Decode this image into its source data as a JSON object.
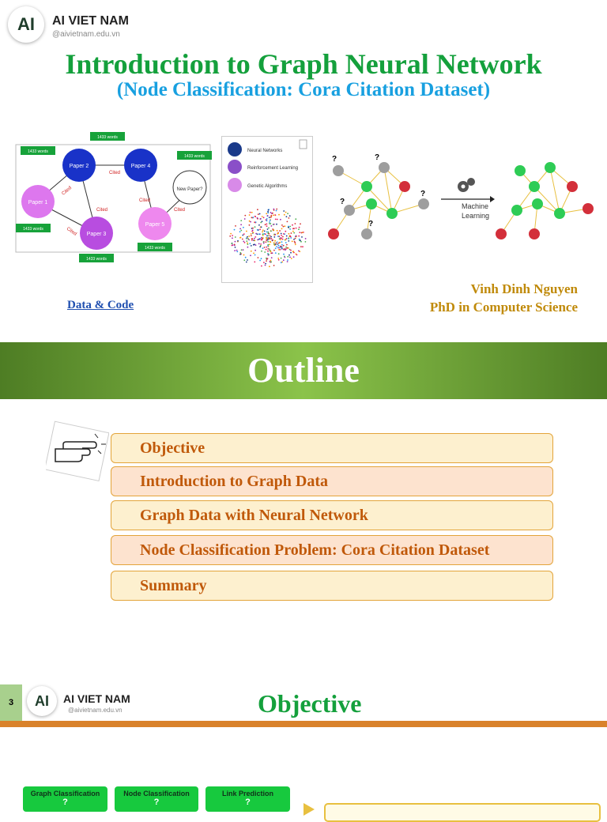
{
  "slide1": {
    "logo_text": "AI",
    "brand": "AI VIET NAM",
    "brand_url": "@aivietnam.edu.vn",
    "title": "Introduction to Graph Neural Network",
    "subtitle": "(Node Classification: Cora Citation Dataset)",
    "citation_graph": {
      "papers": [
        "Paper 2",
        "Paper 4",
        "Paper 1",
        "Paper 3",
        "Paper 5",
        "New Paper?"
      ],
      "edge_label": "Cited",
      "word_box": "1433 words"
    },
    "legend": [
      "Neural Networks",
      "Reinforcement Learning",
      "Genetic Algorithms"
    ],
    "ml_label": "Machine Learning",
    "unknown_mark": "?",
    "link": "Data &  Code",
    "author_name": "Vinh Dinh Nguyen",
    "author_title": "PhD in Computer Science"
  },
  "slide2": {
    "title": "Outline",
    "items": [
      "Objective",
      "Introduction to Graph Data",
      "Graph Data with Neural Network",
      "Node Classification Problem: Cora Citation Dataset",
      "Summary"
    ]
  },
  "slide3": {
    "page_number": "3",
    "brand": "AI VIET NAM",
    "brand_url": "@aivietnam.edu.vn",
    "title": "Objective",
    "tabs": [
      "Graph Classification",
      "Node Classification",
      "Link Prediction"
    ]
  },
  "colors": {
    "title_green": "#14a03c",
    "subtitle_blue": "#18a0e0",
    "author_gold": "#c08a0a",
    "item_text": "#c0590a",
    "node_green": "#2ecc55",
    "node_red": "#d32f3a",
    "node_gray": "#9e9e9e"
  }
}
